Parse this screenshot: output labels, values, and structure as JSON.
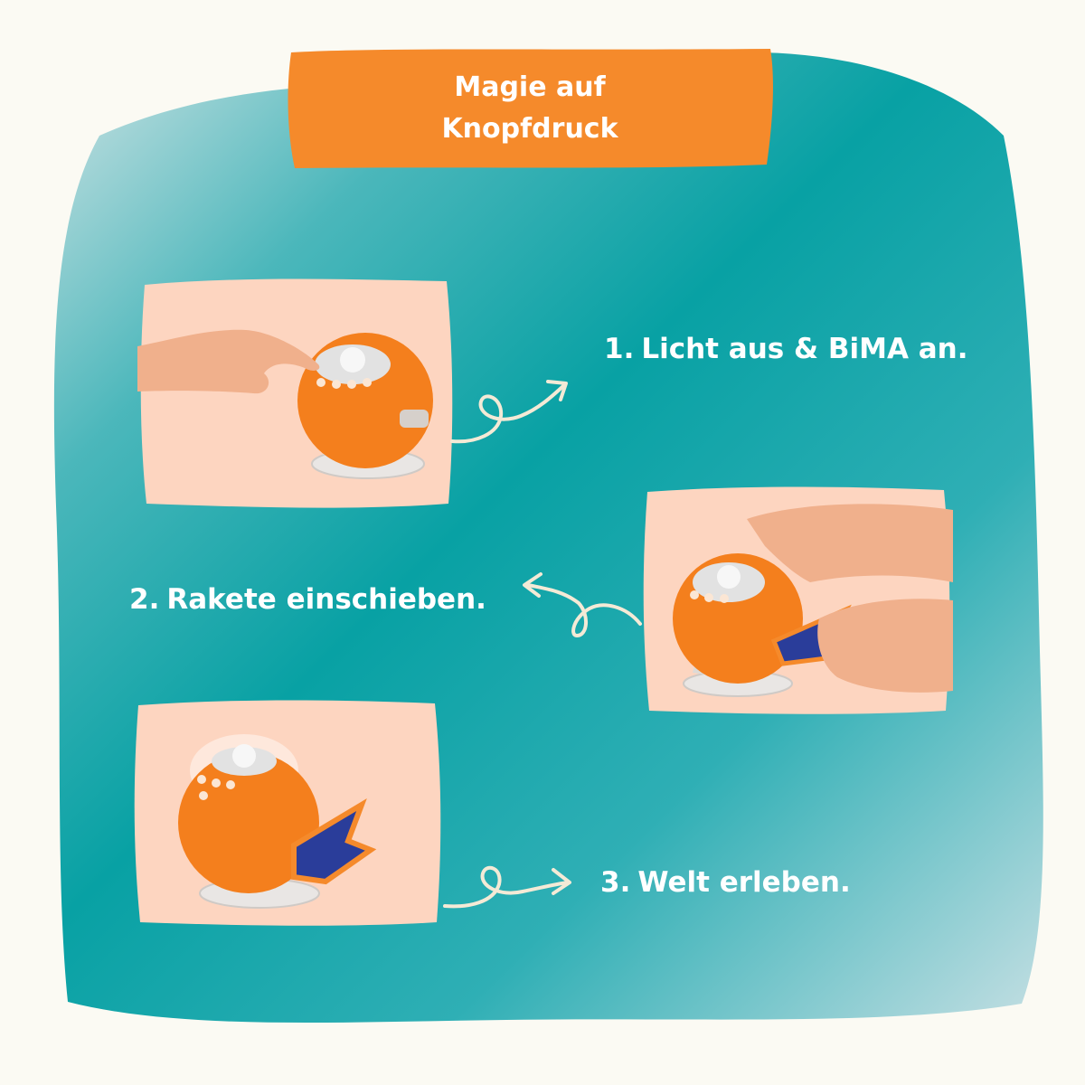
{
  "title": {
    "line1": "Magie auf",
    "line2": "Knopfdruck"
  },
  "steps": [
    {
      "number": "1.",
      "text": "Licht aus & BiMA an."
    },
    {
      "number": "2.",
      "text": "Rakete einschieben."
    },
    {
      "number": "3.",
      "text": "Welt erleben."
    }
  ],
  "colors": {
    "background": "#fbfaf3",
    "teal": "#08a1a4",
    "teal_light": "#a8d3da",
    "orange": "#f58a2b",
    "card": "#fdd5c0",
    "text": "#ffffff",
    "arrow": "#f4ead6"
  },
  "icons": [
    "curly-arrow-right-icon",
    "curly-arrow-left-icon",
    "curly-arrow-right-icon"
  ]
}
